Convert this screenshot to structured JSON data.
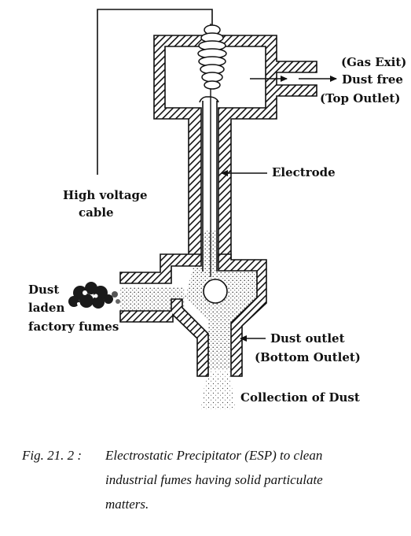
{
  "labels": {
    "gas_exit": "(Gas Exit)",
    "dust_free": "Dust free",
    "top_outlet": "(Top Outlet)",
    "electrode": "Electrode",
    "high_voltage_line1": "High voltage",
    "high_voltage_line2": "cable",
    "dust_laden_line1": "Dust",
    "dust_laden_line2": "laden",
    "dust_laden_line3": "factory fumes",
    "dust_outlet": "Dust outlet",
    "bottom_outlet": "(Bottom Outlet)",
    "collection": "Collection of Dust"
  },
  "caption": {
    "figure_number": "Fig. 21. 2 :",
    "line1": "Electrostatic Precipitator (ESP) to clean",
    "line2": "industrial fumes having solid particulate",
    "line3": "matters."
  }
}
